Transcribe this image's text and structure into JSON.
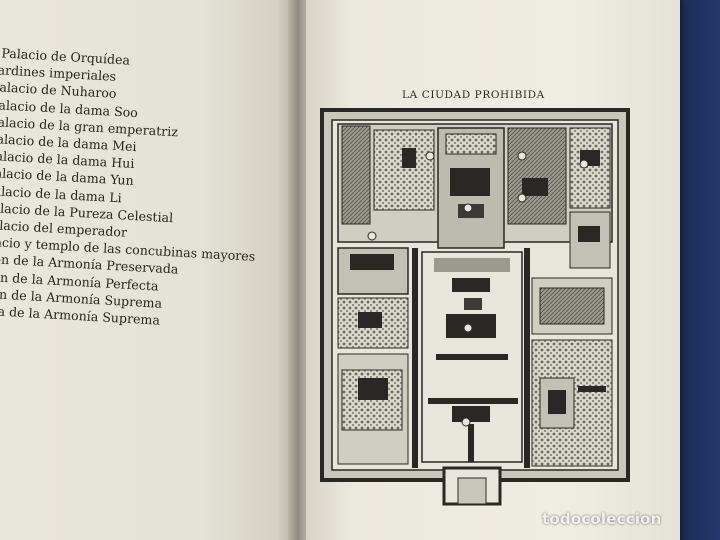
{
  "book": {
    "legend_items": [
      ". Palacio de Orquídea",
      " Jardines imperiales",
      " Palacio de Nuharoo",
      " Palacio de la dama Soo",
      " Palacio de la gran emperatriz",
      " Palacio de la dama Mei",
      " Palacio de la dama Hui",
      " Palacio de la dama Yun",
      " Palacio de la dama Li",
      " Palacio de la Pureza Celestial",
      " Palacio del emperador",
      "alacio y templo de las concubinas mayores",
      "alón de la Armonía Preservada",
      "alón de la Armonía Perfecta",
      "alón de la Armonía Suprema",
      "erta de la Armonía Suprema"
    ],
    "map_title": "LA CIUDAD PROHIBIDA"
  },
  "watermark": {
    "text": "todocoleccion"
  },
  "colors": {
    "ink": "#2a2824",
    "page": "#ece9e0",
    "cloth": "#1e3160"
  }
}
